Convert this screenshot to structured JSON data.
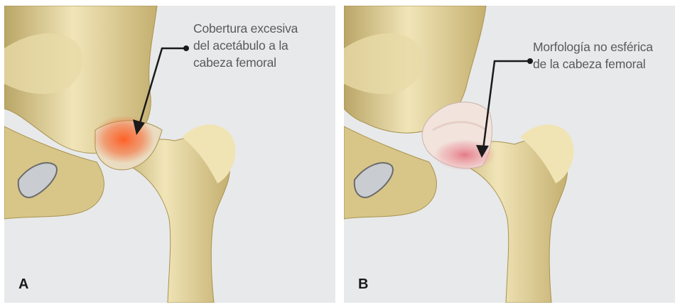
{
  "panels": [
    {
      "letter": "A",
      "callout": [
        "Cobertura excesiva",
        "del acetábulo a la",
        "cabeza femoral"
      ],
      "highlight_color": "#f26a3a"
    },
    {
      "letter": "B",
      "callout": [
        "Morfología no esférica",
        "de la cabeza femoral"
      ],
      "highlight_color": "#e27d86"
    }
  ],
  "colors": {
    "background": "#e8e9ea",
    "bone": "#e6d69c",
    "bone_shadow": "#b8a466",
    "arrow": "#1a1a1a"
  }
}
